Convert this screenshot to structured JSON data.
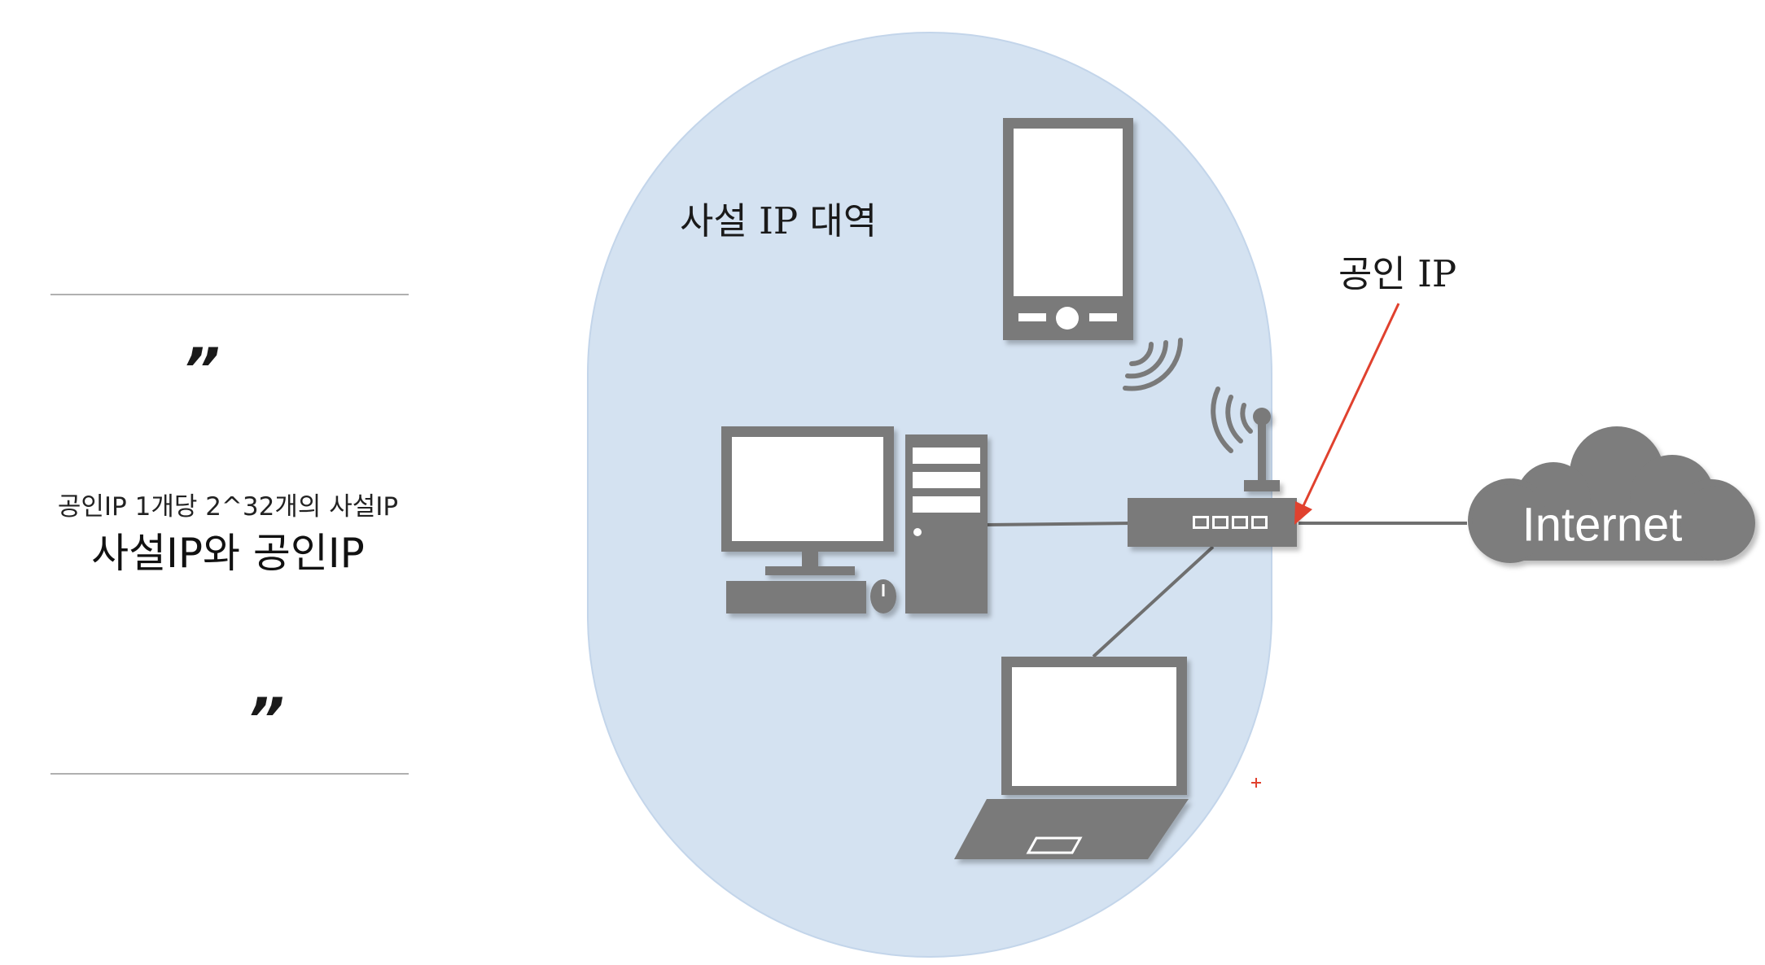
{
  "quote": {
    "open_mark": "”",
    "close_mark": "”",
    "subtitle": "공인IP 1개당 2^32개의 사설IP",
    "title": "사설IP와 공인IP"
  },
  "diagram": {
    "private_range_label": "사설 IP 대역",
    "public_ip_label": "공인 IP",
    "internet_label": "Internet",
    "colors": {
      "private_zone_fill": "#d4e2f1",
      "private_zone_stroke": "#c3d5ea",
      "device_gray": "#7a7a7a",
      "link_gray": "#6f6f6f",
      "arrow_red": "#e0412e",
      "cloud_gray": "#7d7d7d"
    }
  }
}
